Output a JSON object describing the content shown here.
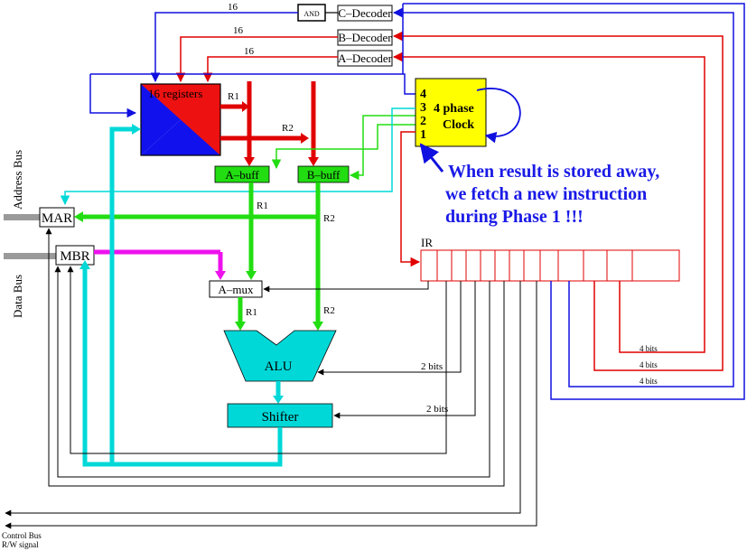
{
  "colors": {
    "red": "#e00000",
    "blue": "#1010e0",
    "green": "#22dd11",
    "cyan": "#00d8d8",
    "magenta": "#ee11ee",
    "yellow": "#ffff00",
    "gray": "#9a9a9a",
    "reg_red": "#ee1111",
    "reg_blue": "#1111ee"
  },
  "labels": {
    "c_decoder": "C–Decoder",
    "b_decoder": "B–Decoder",
    "a_decoder": "A–Decoder",
    "and_gate": "AND",
    "width_c": "16",
    "width_b": "16",
    "width_a": "16",
    "registers": "16 registers",
    "a_buff": "A–buff",
    "b_buff": "B–buff",
    "mar": "MAR",
    "mbr": "MBR",
    "a_mux": "A–mux",
    "alu": "ALU",
    "shifter": "Shifter",
    "ir": "IR",
    "address_bus": "Address Bus",
    "data_bus": "Data Bus",
    "control_bus": "Control Bus",
    "rw_signal": "R/W signal",
    "clock_line1": "4 phase",
    "clock_line2": "Clock",
    "phases": [
      "4",
      "3",
      "2",
      "1"
    ],
    "r1": "R1",
    "r2": "R2",
    "two_bits": "2 bits",
    "four_bits": "4 bits"
  },
  "annotation": {
    "line1": "When result is stored away,",
    "line2": "we fetch a new instruction",
    "line3": "during Phase 1 !!!"
  }
}
